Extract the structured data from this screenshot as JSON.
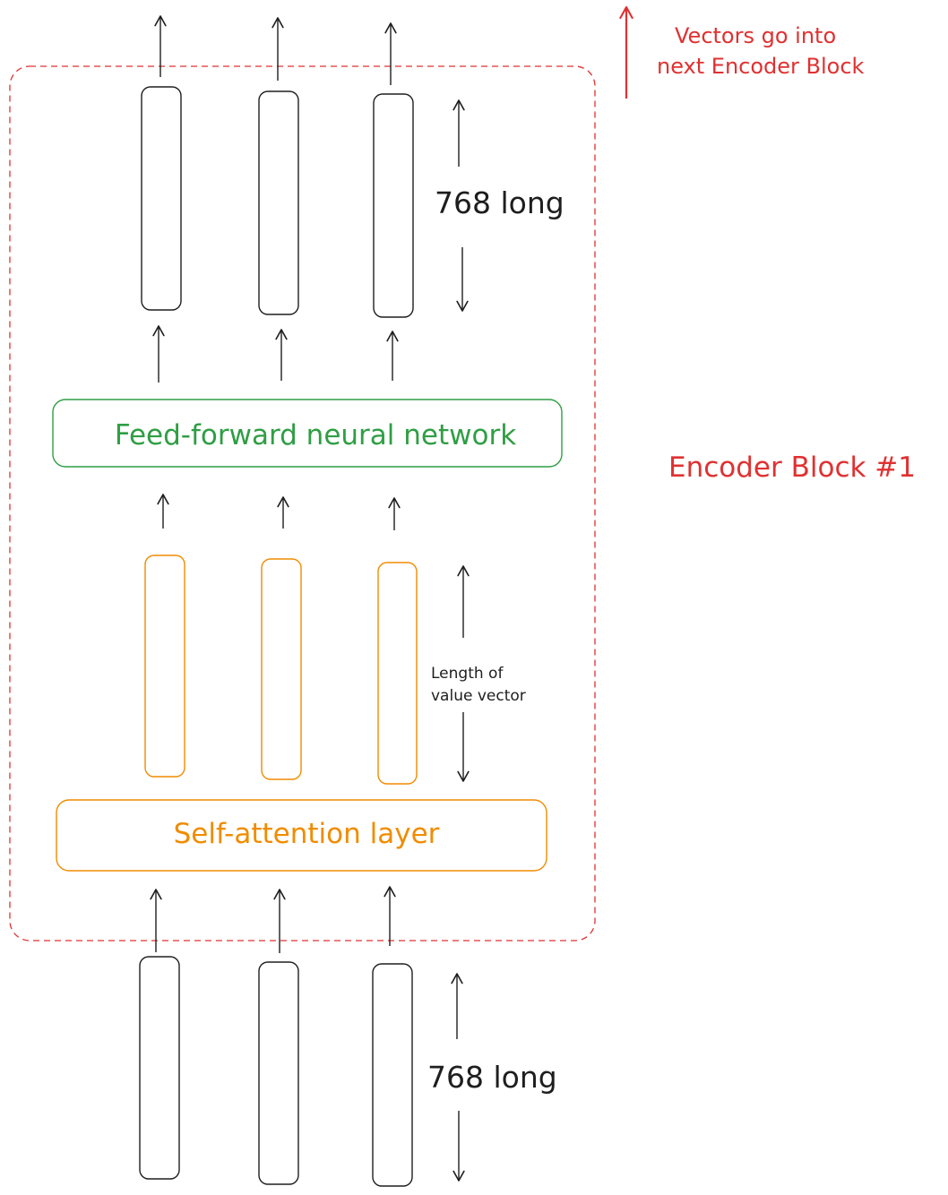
{
  "annotations": {
    "next_block_line1": "Vectors go into",
    "next_block_line2": "next Encoder Block",
    "encoder_block": "Encoder Block #1",
    "output_length": "768 long",
    "input_length": "768 long",
    "value_length_line1": "Length of",
    "value_length_line2": "value vector"
  },
  "layers": {
    "feed_forward": "Feed-forward neural network",
    "self_attention": "Self-attention layer"
  },
  "colors": {
    "ink": "#1e1e1e",
    "encoder_border": "#e03131",
    "feed_forward": "#2f9e44",
    "self_attention": "#f08c00"
  },
  "vector_columns": 3
}
